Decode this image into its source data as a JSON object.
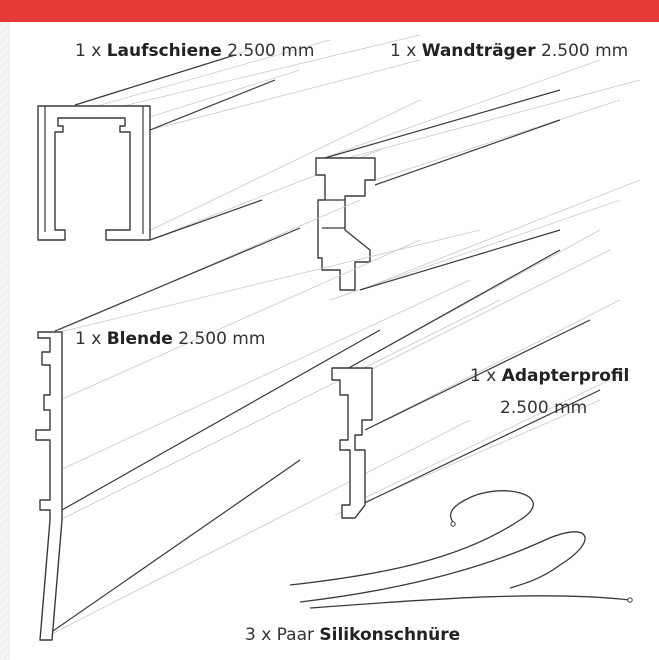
{
  "header": {
    "accent_color": "#e53935"
  },
  "items": [
    {
      "qty": "1 x",
      "name": "Laufschiene",
      "size": "2.500 mm"
    },
    {
      "qty": "1 x",
      "name": "Wandträger",
      "size": "2.500 mm"
    },
    {
      "qty": "1 x",
      "name": "Blende",
      "size": "2.500 mm"
    },
    {
      "qty": "1 x",
      "name": "Adapterprofil",
      "size": "2.500 mm"
    },
    {
      "qty": "3 x Paar",
      "name": "Silikonschnüre",
      "size": ""
    }
  ]
}
